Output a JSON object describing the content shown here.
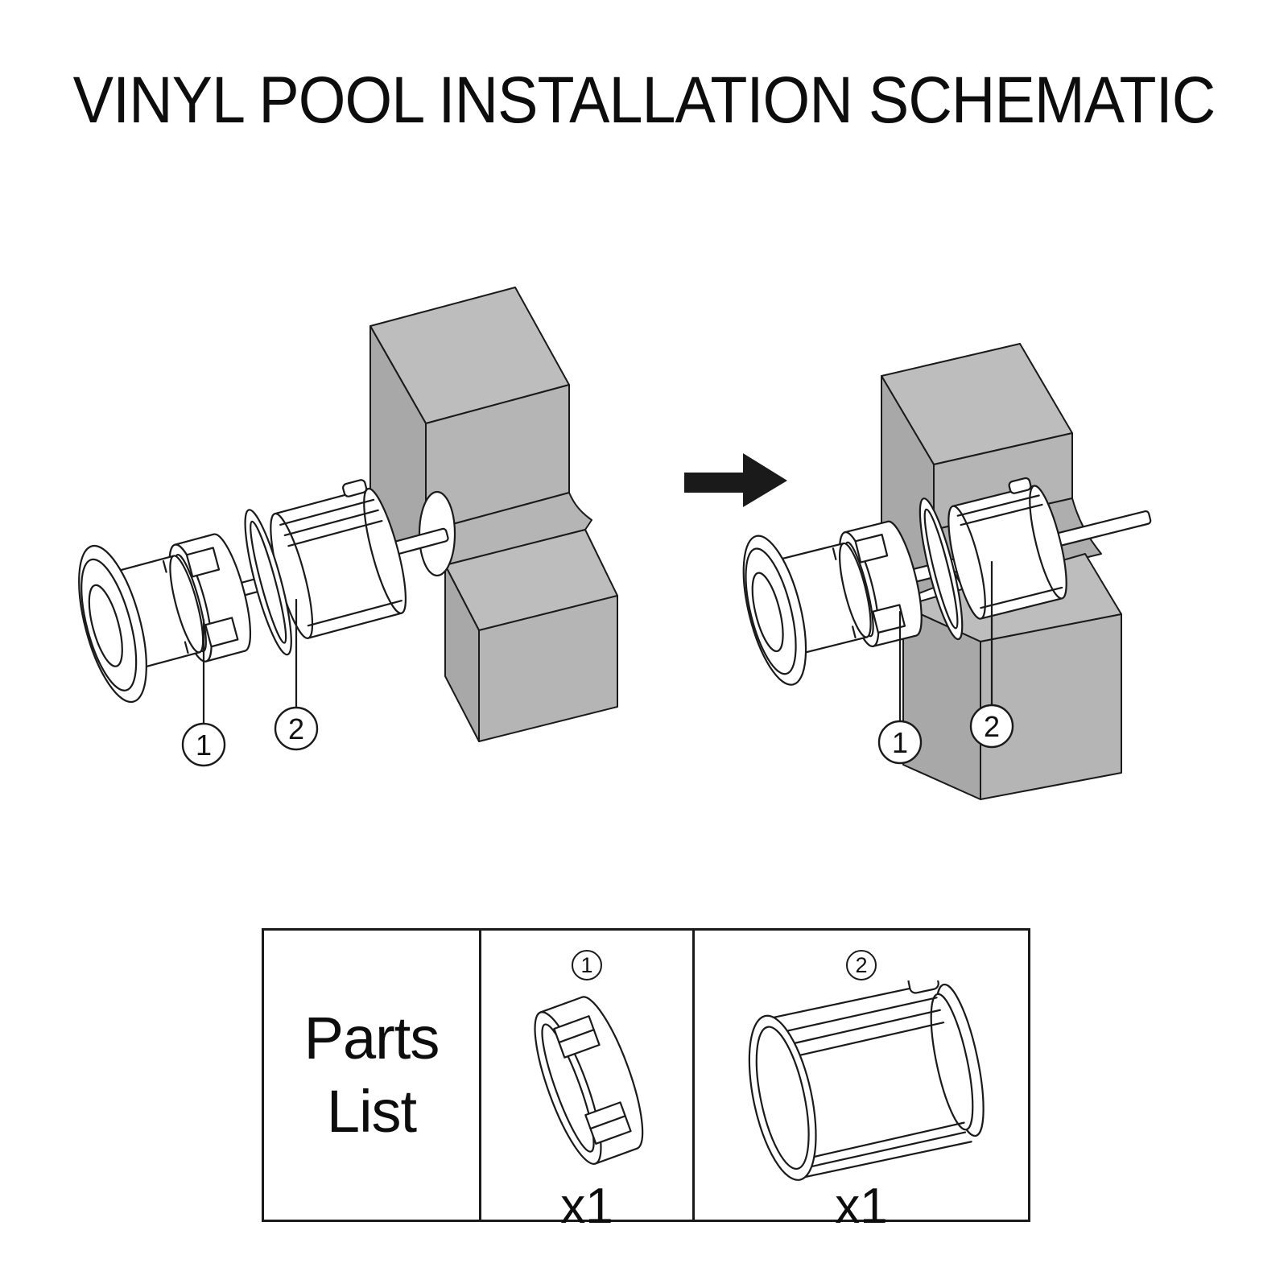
{
  "title": "VINYL POOL INSTALLATION SCHEMATIC",
  "colors": {
    "background": "#ffffff",
    "line": "#1a1a1a",
    "wall_gray": "#b5b5b5",
    "wall_gray_top": "#bdbdbd",
    "wall_gray_side": "#a8a8a8"
  },
  "icons": {
    "step_arrow": "right-arrow"
  },
  "callouts": [
    {
      "number": "1"
    },
    {
      "number": "2"
    }
  ],
  "scenes": {
    "before": {
      "description": "exploded-view"
    },
    "after": {
      "description": "assembled-view"
    }
  },
  "parts_list": {
    "header": "Parts List",
    "items": [
      {
        "number": "1",
        "icon": "lock-ring-part",
        "quantity": "x1"
      },
      {
        "number": "2",
        "icon": "ribbed-sleeve-part",
        "quantity": "x1"
      }
    ]
  }
}
